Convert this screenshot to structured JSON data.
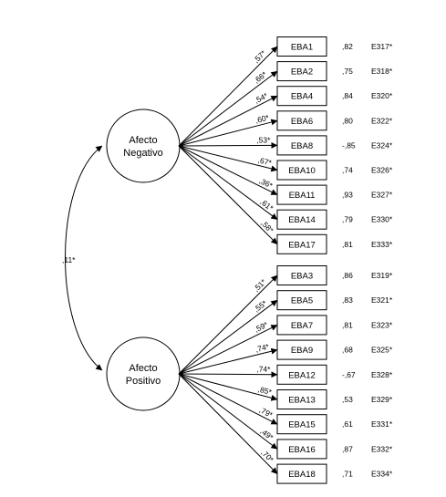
{
  "factors": [
    {
      "name_line1": "Afecto",
      "name_line2": "Negativo",
      "indicators": [
        {
          "label": "EBA1",
          "loading": ",57*",
          "residual": ",82",
          "error": "E317*"
        },
        {
          "label": "EBA2",
          "loading": ",66*",
          "residual": ",75",
          "error": "E318*"
        },
        {
          "label": "EBA4",
          "loading": ",54*",
          "residual": ",84",
          "error": "E320*"
        },
        {
          "label": "EBA6",
          "loading": ",60*",
          "residual": ",80",
          "error": "E322*"
        },
        {
          "label": "EBA8",
          "loading": ",53*",
          "residual": "-,85",
          "error": "E324*"
        },
        {
          "label": "EBA10",
          "loading": ",67*",
          "residual": ",74",
          "error": "E326*"
        },
        {
          "label": "EBA11",
          "loading": ",36*",
          "residual": ",93",
          "error": "E327*"
        },
        {
          "label": "EBA14",
          "loading": ",61*",
          "residual": ",79",
          "error": "E330*"
        },
        {
          "label": "EBA17",
          "loading": ",58*",
          "residual": ",81",
          "error": "E333*"
        }
      ]
    },
    {
      "name_line1": "Afecto",
      "name_line2": "Positivo",
      "indicators": [
        {
          "label": "EBA3",
          "loading": ",51*",
          "residual": ",86",
          "error": "E319*"
        },
        {
          "label": "EBA5",
          "loading": ",55*",
          "residual": ",83",
          "error": "E321*"
        },
        {
          "label": "EBA7",
          "loading": ",59*",
          "residual": ",81",
          "error": "E323*"
        },
        {
          "label": "EBA9",
          "loading": ",74*",
          "residual": ",68",
          "error": "E325*"
        },
        {
          "label": "EBA12",
          "loading": ",74*",
          "residual": "-,67",
          "error": "E328*"
        },
        {
          "label": "EBA13",
          "loading": ",85*",
          "residual": ",53",
          "error": "E329*"
        },
        {
          "label": "EBA15",
          "loading": ",79*",
          "residual": ",61",
          "error": "E331*"
        },
        {
          "label": "EBA16",
          "loading": ",49*",
          "residual": ",87",
          "error": "E332*"
        },
        {
          "label": "EBA18",
          "loading": ",70*",
          "residual": ",71",
          "error": "E334*"
        }
      ]
    }
  ],
  "correlation": ",11*"
}
